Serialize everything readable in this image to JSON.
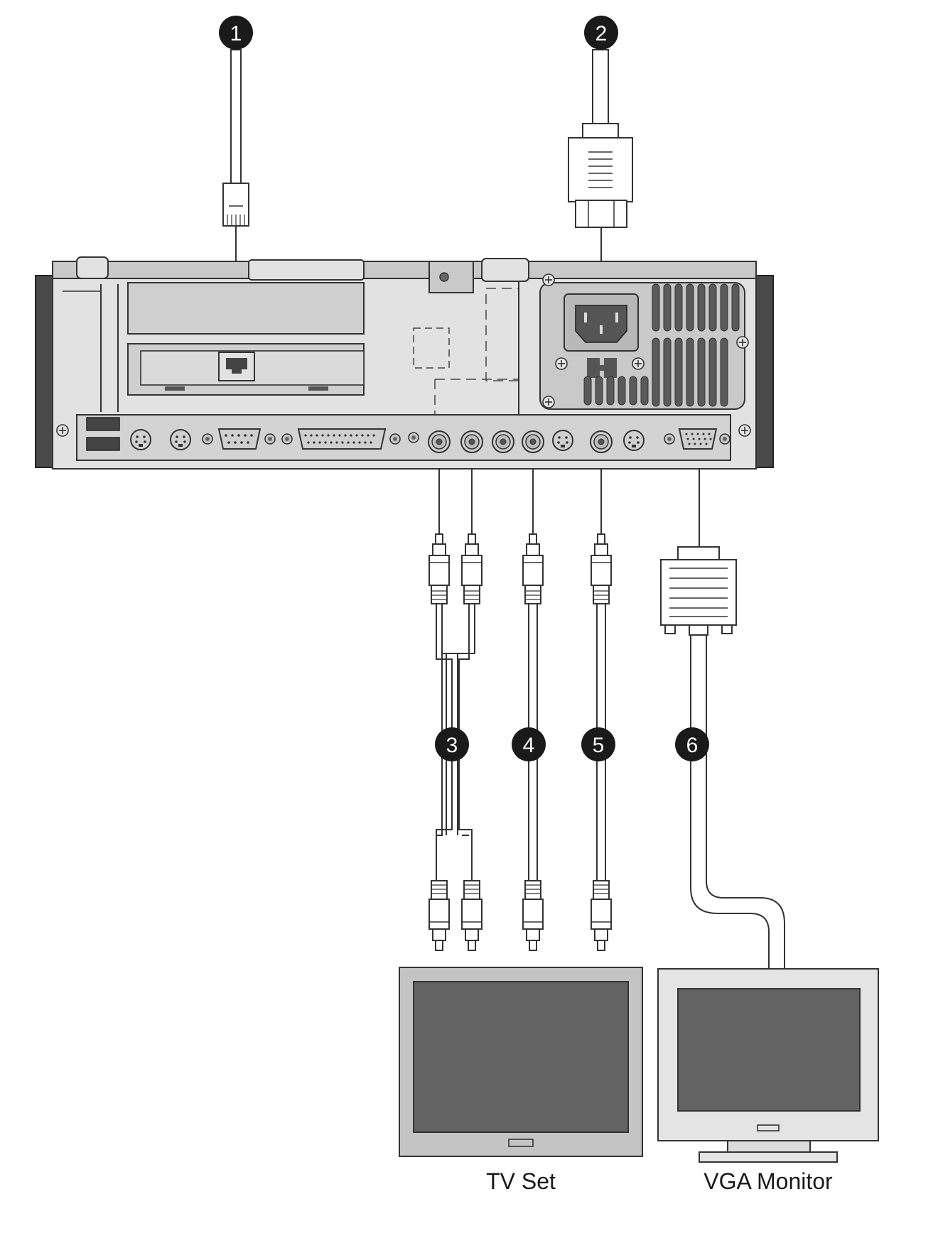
{
  "callouts": [
    "1",
    "2",
    "3",
    "4",
    "5",
    "6"
  ],
  "devices": {
    "tv_label": "TV Set",
    "monitor_label": "VGA Monitor"
  },
  "colors": {
    "panel": "#e2e2e2",
    "panel_dark": "#c9c9c9",
    "chassis_side": "#4a4a4a",
    "screen": "#636363",
    "callout_fill": "#1a1a1a",
    "stroke": "#333333"
  }
}
